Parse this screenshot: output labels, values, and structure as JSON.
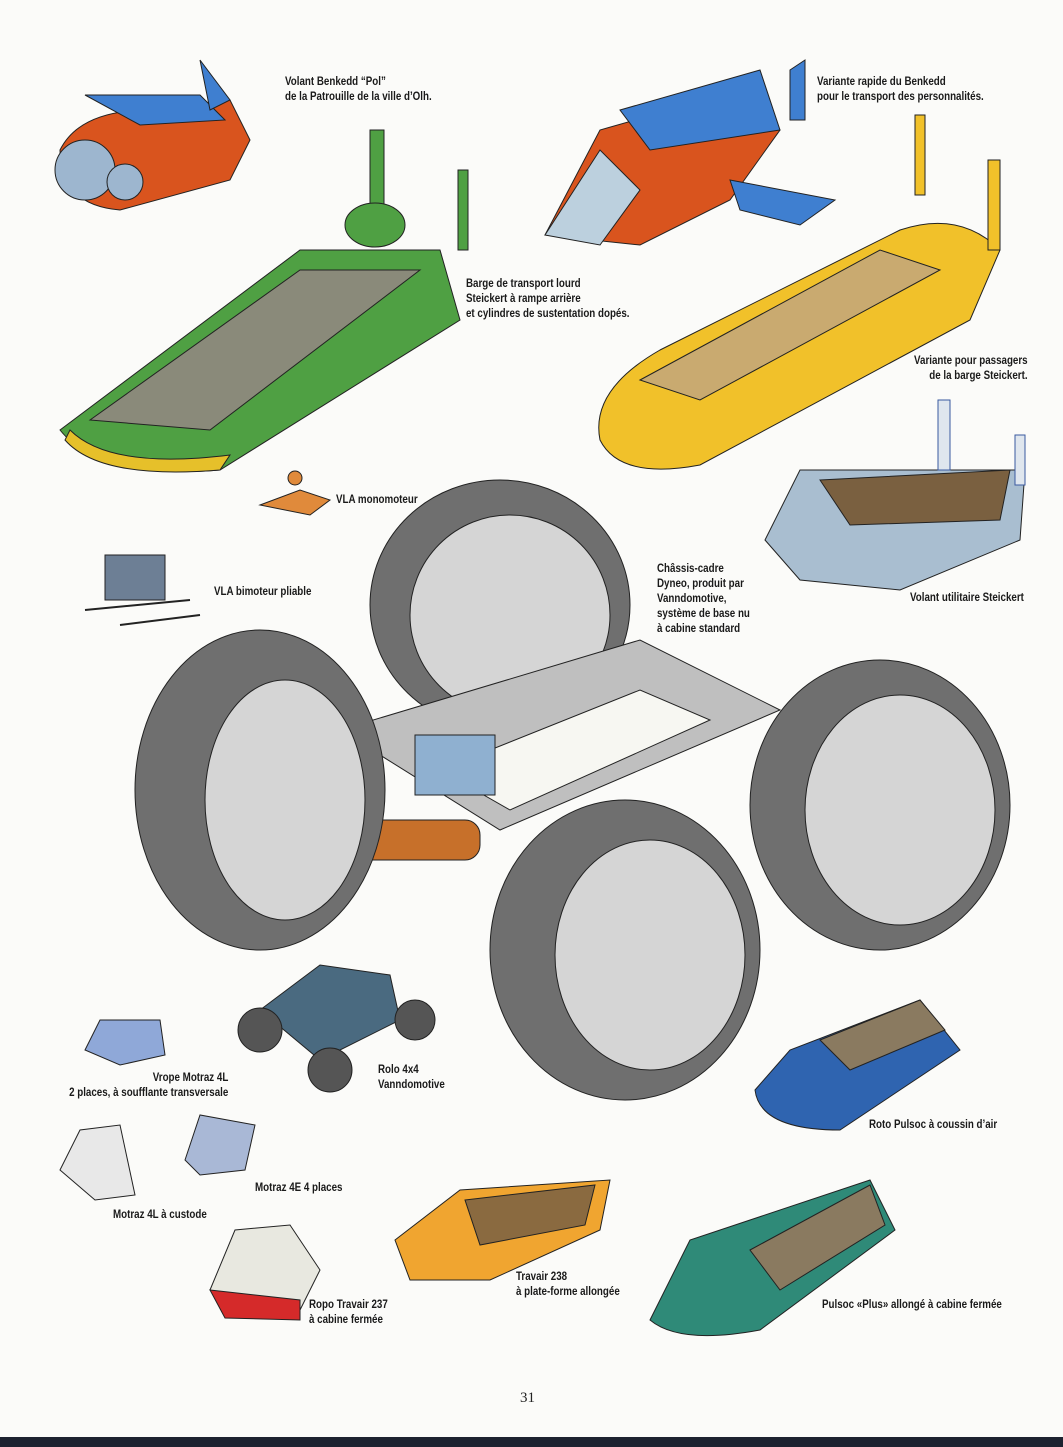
{
  "captions": {
    "benkedd_pol": [
      "Volant Benkedd “Pol”",
      "de la Patrouille de la ville d’Olh."
    ],
    "benkedd_rapide": [
      "Variante rapide du Benkedd",
      "pour le transport des personnalités."
    ],
    "barge": [
      "Barge de transport lourd",
      "Steickert à rampe arrière",
      "et cylindres de sustentation dopés."
    ],
    "barge_passagers": [
      "Variante pour passagers",
      "de la barge Steickert."
    ],
    "vla_mono": [
      "VLA monomoteur"
    ],
    "vla_bi": [
      "VLA bimoteur pliable"
    ],
    "chassis": [
      "Châssis-cadre",
      "Dyneo, produit par",
      "Vanndomotive,",
      "système de base nu",
      "à cabine standard"
    ],
    "utilitaire": [
      "Volant utilitaire Steickert"
    ],
    "rolo": [
      "Rolo 4x4",
      "Vanndomotive"
    ],
    "vrope": [
      "Vrope Motraz 4L",
      "2 places, à soufflante transversale"
    ],
    "roto_pulsoc": [
      "Roto Pulsoc à coussin d’air"
    ],
    "motraz_4e": [
      "Motraz 4E 4 places"
    ],
    "motraz_4l": [
      "Motraz 4L à custode"
    ],
    "travair_238": [
      "Travair 238",
      "à plate-forme allongée"
    ],
    "ropo": [
      "Ropo Travair 237",
      "à cabine fermée"
    ],
    "pulsoc_plus": [
      "Pulsoc «Plus» allongé à cabine fermée"
    ]
  },
  "page_number": "31"
}
